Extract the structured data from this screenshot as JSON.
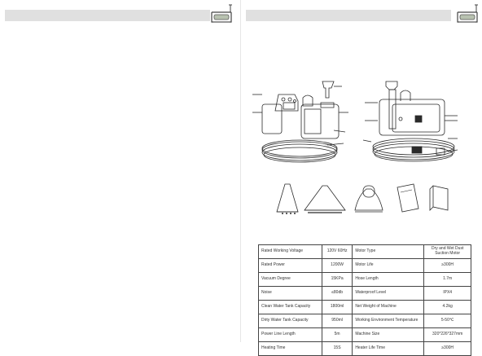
{
  "colors": {
    "header_bar": "#e0e0e0",
    "line": "#2a2a2a",
    "table_border": "#444444"
  },
  "icons": {
    "logo": "brush-rule-icon"
  },
  "specifications": [
    {
      "label1": "Rated Working Voltage",
      "value1": "120V 60Hz",
      "label2": "Motor Type",
      "value2": "Dry and Wet Dust Suction Motor"
    },
    {
      "label1": "Rated Power",
      "value1": "1200W",
      "label2": "Motor Life",
      "value2": "≥300H"
    },
    {
      "label1": "Vacuum Degree",
      "value1": "15KPa",
      "label2": "Hose Length",
      "value2": "1.7m"
    },
    {
      "label1": "Noise",
      "value1": "≤80db",
      "label2": "Waterproof Level",
      "value2": "IPX4"
    },
    {
      "label1": "Clean Water Tank Capacity",
      "value1": "1800ml",
      "label2": "Net Weight of Machine",
      "value2": "4.2kg"
    },
    {
      "label1": "Dirty Water Tank Capacity",
      "value1": "950ml",
      "label2": "Working Environment Temperature",
      "value2": "5-50℃"
    },
    {
      "label1": "Power Line Length",
      "value1": "5m",
      "label2": "Machine Size",
      "value2": "320*226*327mm"
    },
    {
      "label1": "Heating Time",
      "value1": "15S",
      "label2": "Heater Life Time",
      "value2": "≥300H"
    }
  ]
}
